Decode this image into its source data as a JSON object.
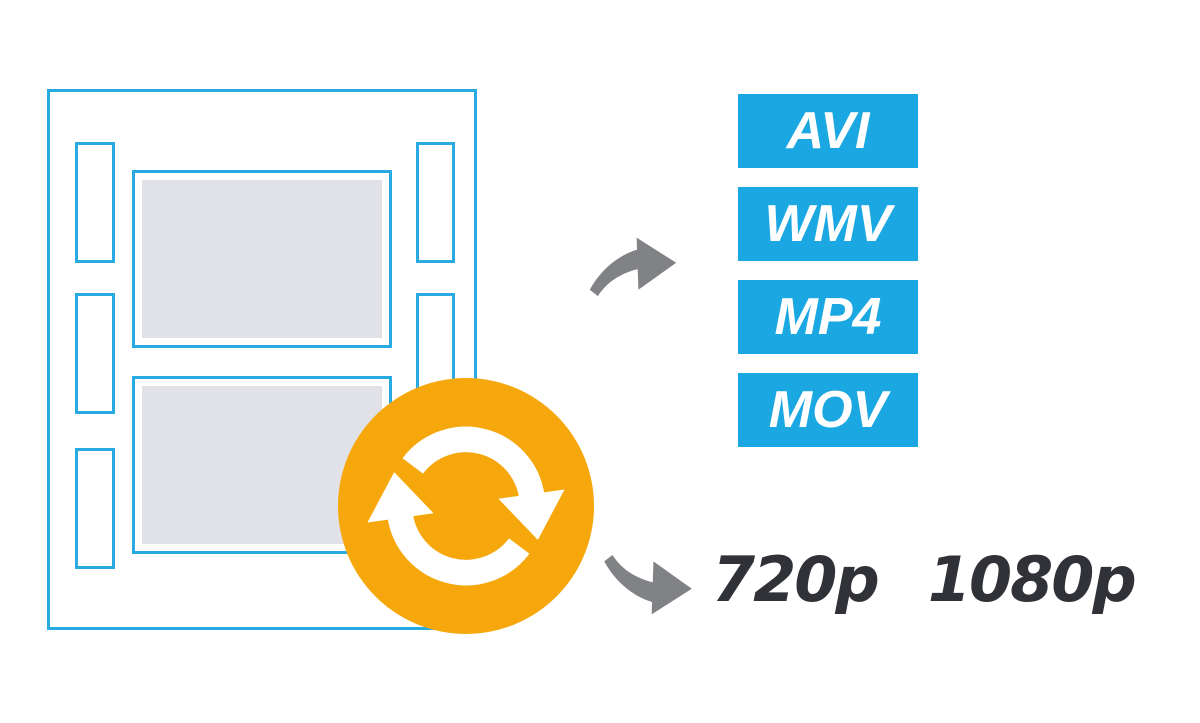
{
  "illustration": {
    "description": "video file conversion diagram",
    "film_strip": {
      "icon": "film-strip-icon",
      "frame_count": 2
    },
    "convert_badge": {
      "icon": "convert-refresh-icon"
    },
    "formats": [
      {
        "label": "AVI"
      },
      {
        "label": "WMV"
      },
      {
        "label": "MP4"
      },
      {
        "label": "MOV"
      }
    ],
    "resolutions": [
      {
        "label": "720p"
      },
      {
        "label": "1080p"
      }
    ],
    "colors": {
      "film_cyan": "#29ABE2",
      "format_box_blue": "#1BA7E2",
      "convert_orange": "#F5A70B",
      "arrow_gray": "#808285",
      "resolution_text": "#303237",
      "frame_fill_gray": "#E1E2E7",
      "background": "#FFFFFF"
    }
  }
}
